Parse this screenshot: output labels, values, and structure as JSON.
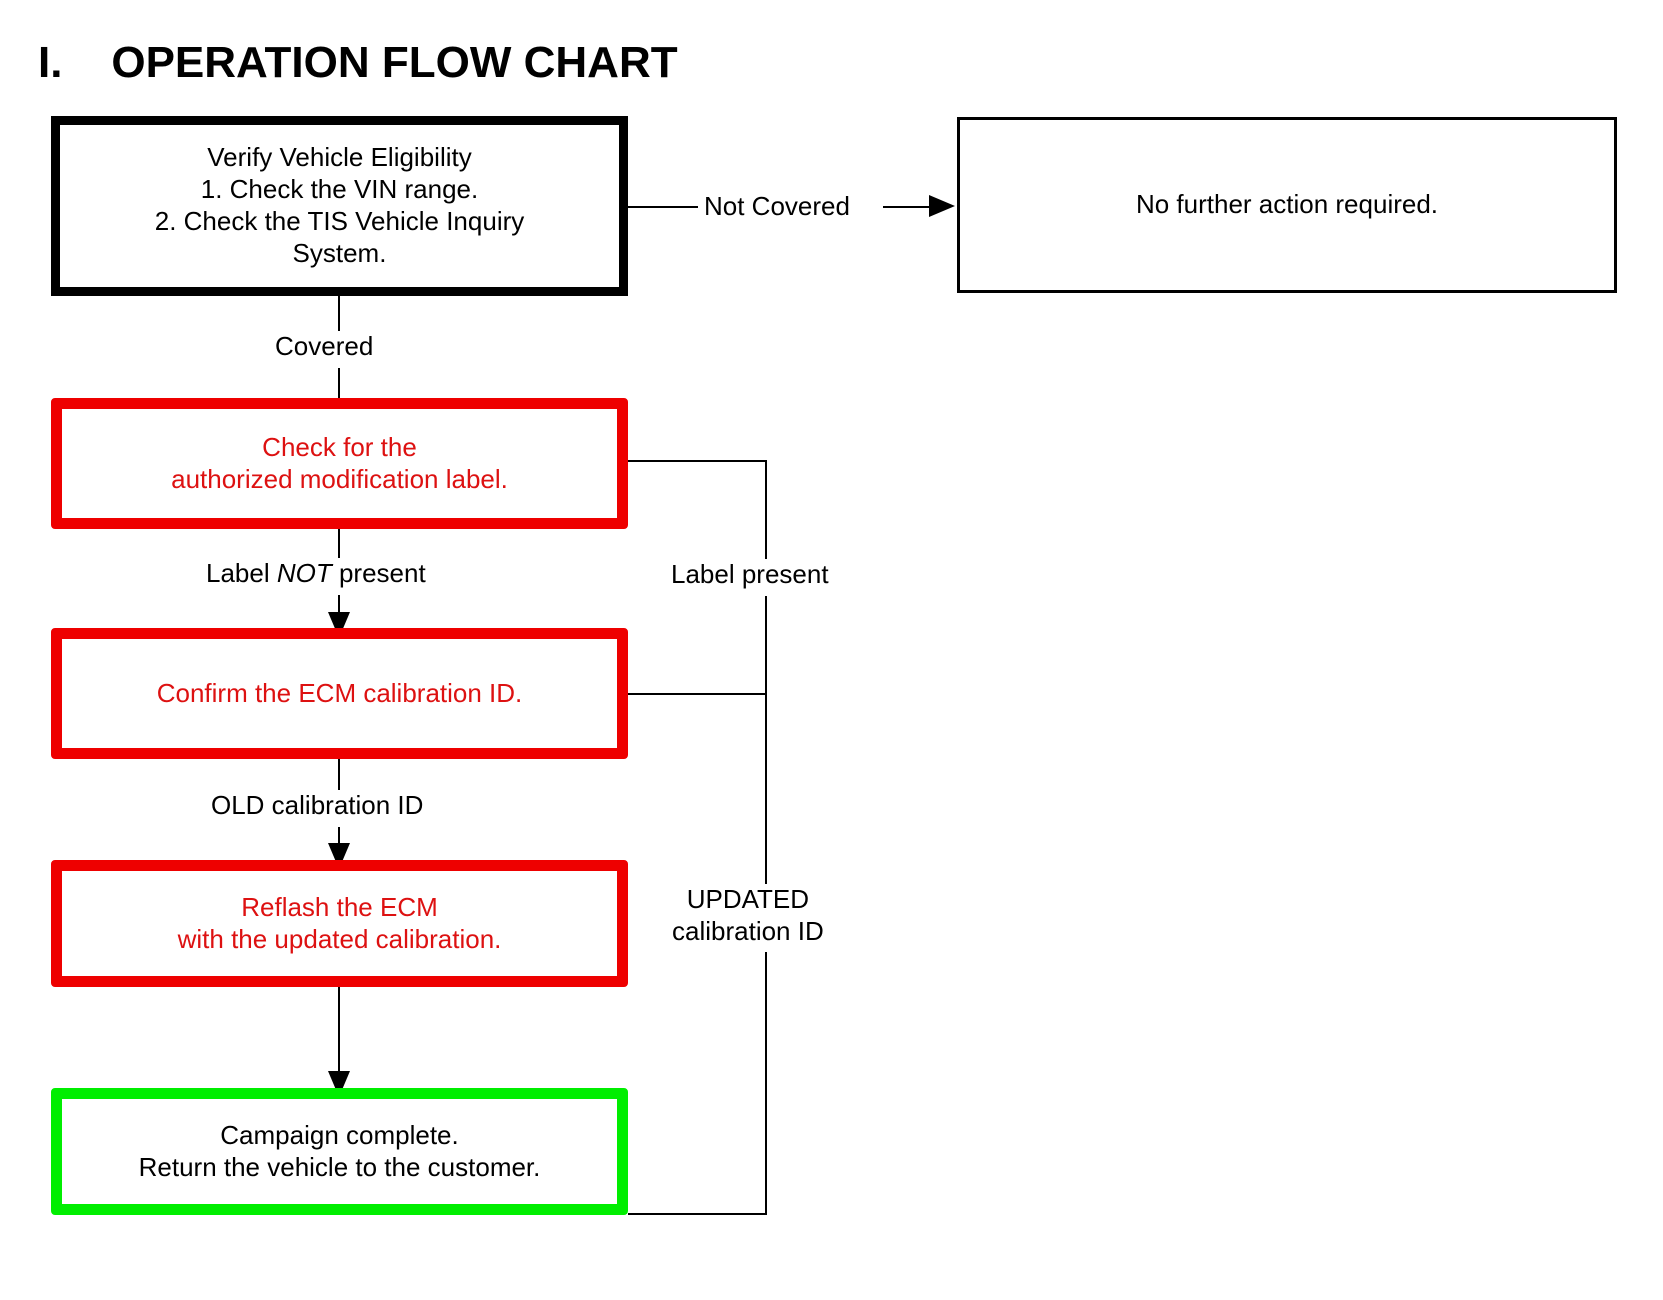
{
  "page": {
    "title": "I.    OPERATION FLOW CHART"
  },
  "flowchart": {
    "type": "flowchart",
    "nodes": [
      {
        "id": "verify",
        "style": "black-thick",
        "lines": [
          "Verify Vehicle Eligibility",
          "1. Check the VIN range.",
          "2. Check the TIS Vehicle Inquiry",
          "System."
        ],
        "text": "Verify Vehicle Eligibility\n1. Check the VIN range.\n2. Check the TIS Vehicle Inquiry\nSystem."
      },
      {
        "id": "no-action",
        "style": "black-thin",
        "lines": [
          "No further action required."
        ],
        "text": "No further action required."
      },
      {
        "id": "check-label",
        "style": "red",
        "lines": [
          "Check for the",
          "authorized modification label."
        ],
        "text": "Check for the\nauthorized modification label."
      },
      {
        "id": "confirm-cal",
        "style": "red",
        "lines": [
          "Confirm the ECM calibration ID."
        ],
        "text": "Confirm the ECM calibration ID."
      },
      {
        "id": "reflash",
        "style": "red",
        "lines": [
          "Reflash the ECM",
          "with the updated calibration."
        ],
        "text": "Reflash the ECM\nwith the updated calibration."
      },
      {
        "id": "complete",
        "style": "green",
        "lines": [
          "Campaign complete.",
          "Return the vehicle to the customer."
        ],
        "text": "Campaign complete.\nReturn the vehicle to the customer."
      }
    ],
    "edges": [
      {
        "id": "not-covered",
        "from": "verify",
        "to": "no-action",
        "label": "Not Covered"
      },
      {
        "id": "covered",
        "from": "verify",
        "to": "check-label",
        "label": "Covered"
      },
      {
        "id": "label-not",
        "from": "check-label",
        "to": "confirm-cal",
        "label_prefix": "Label ",
        "label_em": "NOT",
        "label_suffix": " present"
      },
      {
        "id": "label-present",
        "from": "check-label",
        "to": "complete",
        "label": "Label present"
      },
      {
        "id": "old-cal",
        "from": "confirm-cal",
        "to": "reflash",
        "label": "OLD calibration ID"
      },
      {
        "id": "updated-cal",
        "from": "confirm-cal",
        "to": "complete",
        "label_line1": "UPDATED",
        "label_line2": "calibration ID"
      },
      {
        "id": "reflash-done",
        "from": "reflash",
        "to": "complete",
        "label": ""
      }
    ]
  },
  "colors": {
    "red": "#ee0000",
    "red_text": "#dd1111",
    "green": "#00ee00",
    "black": "#000000",
    "background": "#ffffff"
  }
}
